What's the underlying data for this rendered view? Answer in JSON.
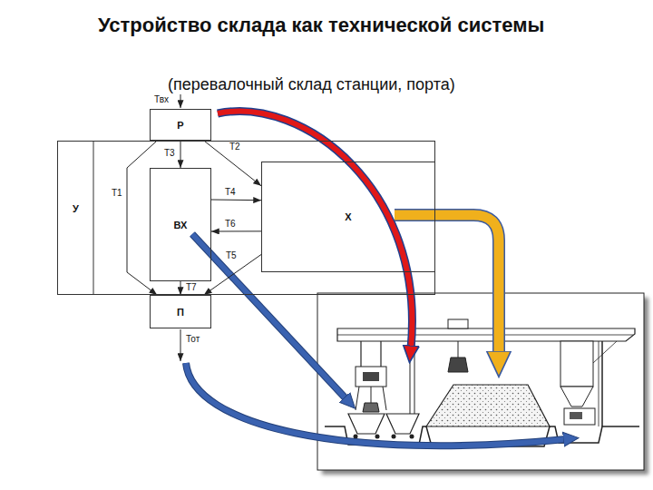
{
  "diagram": {
    "title": "Устройство склада как технической системы",
    "nodes": [
      {
        "text": [
          "Р"
        ]
      },
      {
        "text": [
          "У"
        ]
      },
      {
        "text": [
          "ВХ"
        ],
        "in": 1
      },
      {
        "text": [
          "Х"
        ],
        "in": 1
      },
      {
        "text": [
          "П"
        ]
      }
    ],
    "edges": [
      {
        "from": 0,
        "to": 2,
        "arrow": "to",
        "label": "Т3"
      },
      {
        "from": 0,
        "to": 3,
        "arrow": "to",
        "label": "Т2"
      },
      {
        "from": 0,
        "to": 4,
        "arrow": "to",
        "label": "Т1"
      },
      {
        "from": 2,
        "to": 3,
        "arrow": "to",
        "label": "Т4"
      },
      {
        "from": 3,
        "to": 2,
        "arrow": "to",
        "label": "Т6"
      },
      {
        "from": 3,
        "to": 4,
        "arrow": "to",
        "label": "Т5"
      },
      {
        "from": 2,
        "to": 4,
        "arrow": "to",
        "label": "Т7"
      }
    ],
    "labels": [
      "(перевалочный склад станции, порта)",
      "Твх",
      "Тот"
    ]
  }
}
